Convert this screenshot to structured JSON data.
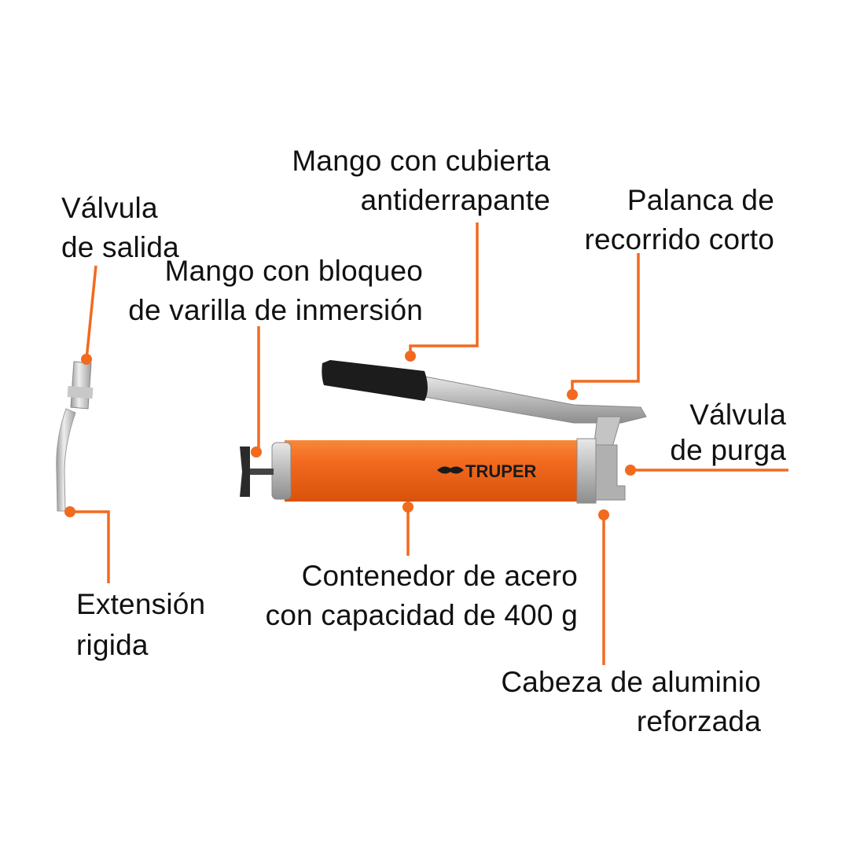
{
  "accent_color": "#f26a1f",
  "brand": "TRUPER",
  "labels": {
    "valvula_salida": [
      "Válvula",
      "de salida"
    ],
    "mango_cubierta": [
      "Mango con cubierta",
      "antiderrapante"
    ],
    "palanca": [
      "Palanca de",
      "recorrido corto"
    ],
    "mango_bloqueo": [
      "Mango con bloqueo",
      "de varilla de inmersión"
    ],
    "valvula_purga": [
      "Válvula",
      "de purga"
    ],
    "contenedor": [
      "Contenedor de acero",
      "con capacidad de 400 g"
    ],
    "extension": [
      "Extensión",
      "rigida"
    ],
    "cabeza": [
      "Cabeza de aluminio",
      "reforzada"
    ]
  }
}
